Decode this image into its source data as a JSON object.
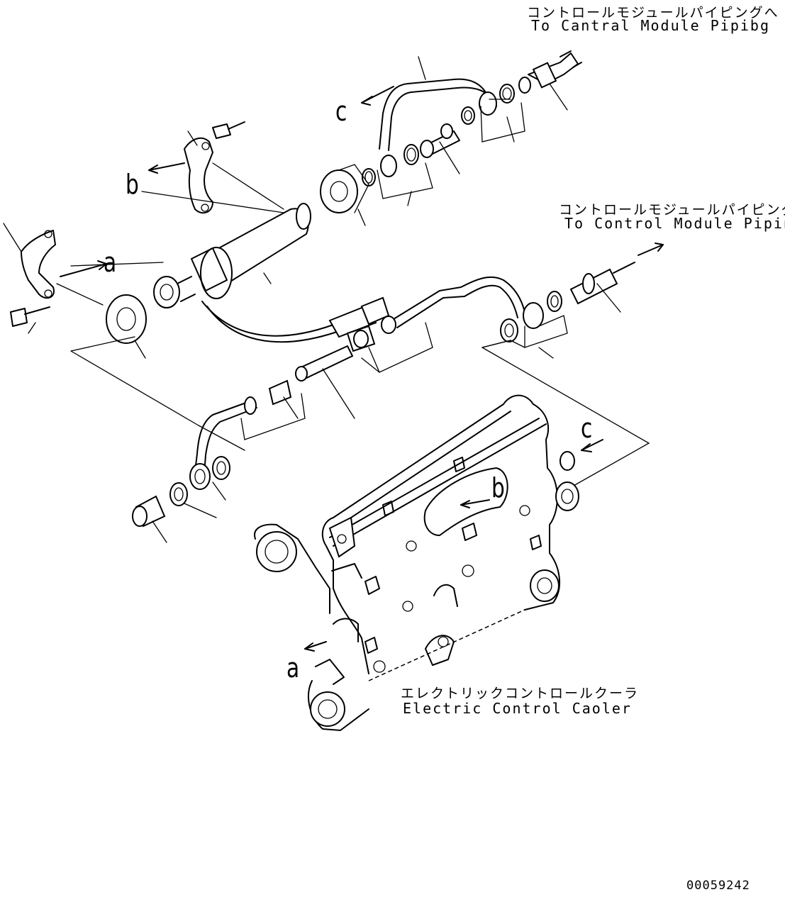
{
  "labels": {
    "to_control_top_jp": "コントロールモジュールパイピングへ",
    "to_control_top_en": "To Cantral Module Pipibg",
    "to_control_mid_jp": "コントロールモジュールパイピングへ",
    "to_control_mid_en": "To Control Module Piping",
    "cooler_jp": "エレクトリックコントロールクーラ",
    "cooler_en": "Electric Control Caoler"
  },
  "reference_letters": {
    "a_top": "a",
    "b_top": "b",
    "c_top": "c",
    "c_right": "c",
    "b_cooler": "b",
    "a_cooler": "a"
  },
  "document_number": "00059242"
}
